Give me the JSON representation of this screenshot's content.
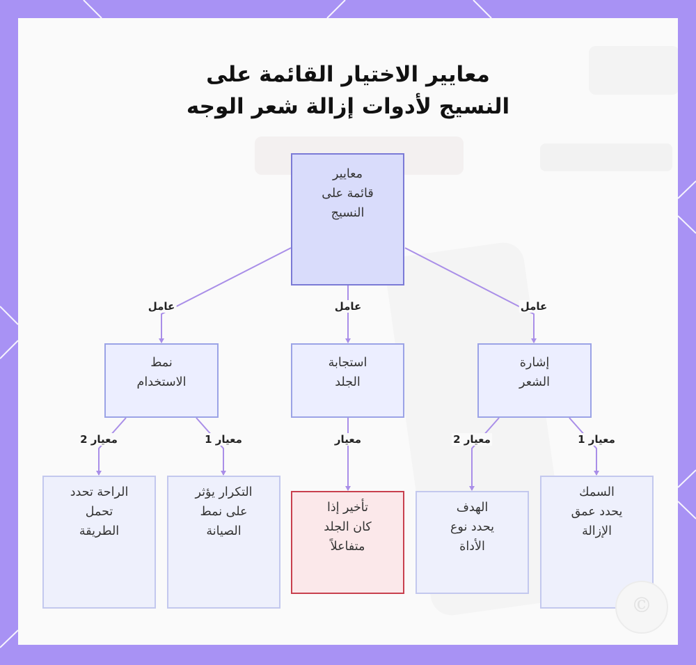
{
  "title": {
    "line1": "معايير الاختيار القائمة على",
    "line2": "النسيج لأدوات إزالة شعر الوجه"
  },
  "nodes": {
    "root": {
      "lines": [
        "معايير",
        "قائمة على",
        "النسيج"
      ]
    },
    "usage": {
      "lines": [
        "نمط",
        "الاستخدام"
      ]
    },
    "skin": {
      "lines": [
        "استجابة",
        "الجلد"
      ]
    },
    "hair": {
      "lines": [
        "إشارة",
        "الشعر"
      ]
    },
    "comfort": {
      "lines": [
        "الراحة تحدد",
        "تحمل",
        "الطريقة"
      ]
    },
    "frequency": {
      "lines": [
        "التكرار يؤثر",
        "على نمط",
        "الصيانة"
      ]
    },
    "delay": {
      "lines": [
        "تأخير إذا",
        "كان الجلد",
        "متفاعلاً"
      ]
    },
    "goal": {
      "lines": [
        "الهدف",
        "يحدد نوع",
        "الأداة"
      ]
    },
    "thickness": {
      "lines": [
        "السمك",
        "يحدد عمق",
        "الإزالة"
      ]
    }
  },
  "edge_labels": {
    "factor_usage": "عامل",
    "factor_skin": "عامل",
    "factor_hair": "عامل",
    "usage_crit2": "معيار 2",
    "usage_crit1": "معيار 1",
    "skin_crit": "معيار",
    "hair_crit2": "معيار 2",
    "hair_crit1": "معيار 1"
  },
  "colors": {
    "background": "#a892f4",
    "edge": "#a98ee8",
    "root_fill": "#d9dcfb",
    "highlight_border": "#c8404e"
  },
  "icons": {
    "watermark": "watermark-logo-icon"
  }
}
